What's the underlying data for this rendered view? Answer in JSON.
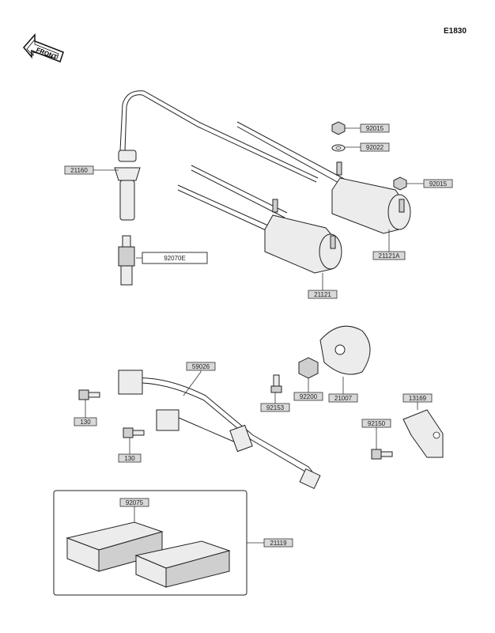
{
  "diagram_code": "E1830",
  "front_label": "FRONT",
  "labels": {
    "plug_cap": "21160",
    "spark_plug": "92070E",
    "nut_top": "92015",
    "washer": "92022",
    "nut_right": "92015",
    "coil_rear": "21121A",
    "coil_front": "21121",
    "harness": "59026",
    "bolt_left_a": "130",
    "bolt_left_b": "130",
    "bolt_center": "92153",
    "nut_center": "92200",
    "rotor": "21007",
    "bracket": "13169",
    "bolt_bracket": "92150",
    "box_inner": "92075",
    "igniter": "21119"
  },
  "colors": {
    "line": "#222222",
    "label_fill": "#d9d9d9",
    "highlight_fill": "#ffffff"
  }
}
